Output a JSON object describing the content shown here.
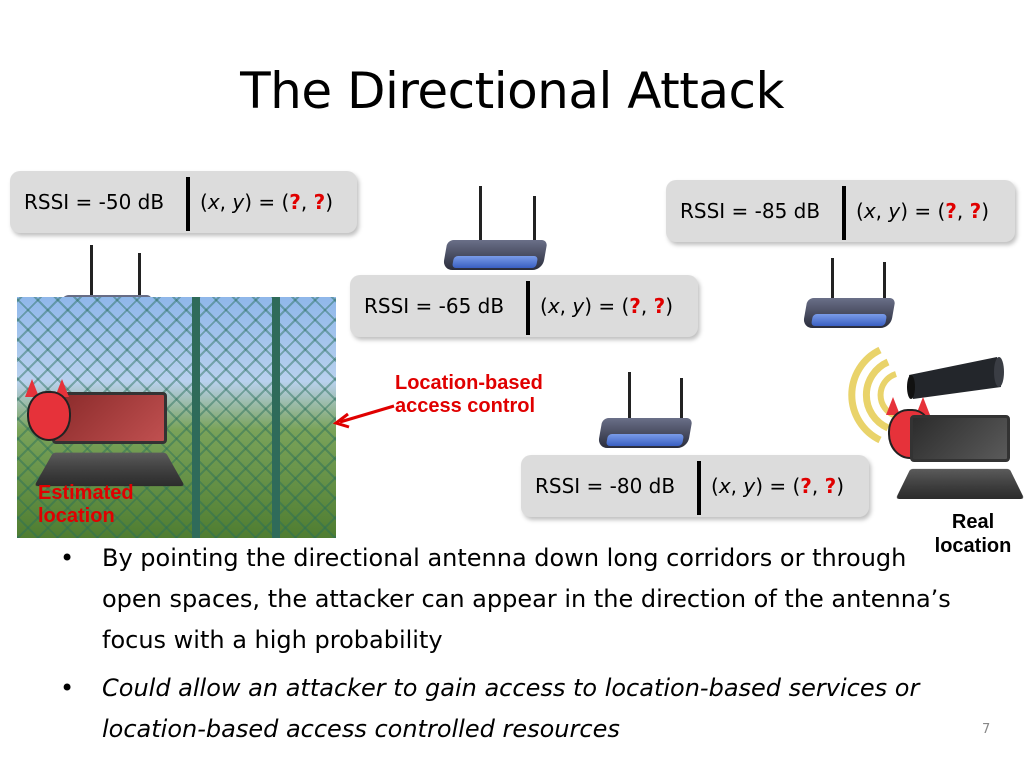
{
  "slide": {
    "title": "The Directional Attack",
    "page_number": "7"
  },
  "rssi_boxes": [
    {
      "rssi": "RSSI = -50 dB",
      "coord_prefix": "(",
      "x": "x",
      "sep1": ", ",
      "y": "y",
      "mid": ") = (",
      "q1": "?",
      "sep2": ", ",
      "q2": "?",
      "suffix": ")"
    },
    {
      "rssi": "RSSI = -85 dB",
      "coord_prefix": "(",
      "x": "x",
      "sep1": ", ",
      "y": "y",
      "mid": ") = (",
      "q1": "?",
      "sep2": ", ",
      "q2": "?",
      "suffix": ")"
    },
    {
      "rssi": "RSSI = -65 dB",
      "coord_prefix": "(",
      "x": "x",
      "sep1": ", ",
      "y": "y",
      "mid": ") = (",
      "q1": "?",
      "sep2": ", ",
      "q2": "?",
      "suffix": ")"
    },
    {
      "rssi": "RSSI = -80 dB",
      "coord_prefix": "(",
      "x": "x",
      "sep1": ", ",
      "y": "y",
      "mid": ") = (",
      "q1": "?",
      "sep2": ", ",
      "q2": "?",
      "suffix": ")"
    }
  ],
  "labels": {
    "access_control_line1": "Location-based",
    "access_control_line2": "access control",
    "estimated_line1": "Estimated",
    "estimated_line2": "location",
    "real_line1": "Real",
    "real_line2": "location"
  },
  "bullets": [
    {
      "text": "By pointing the directional antenna down long corridors or through open spaces, the attacker can appear in the direction of the antenna’s focus with a high probability",
      "italic": false
    },
    {
      "text": "Could allow an attacker to gain access to location-based services or location-based access controlled resources",
      "italic": true
    }
  ],
  "colors": {
    "accent_red": "#e00000",
    "box_gray": "#dcdcdc"
  },
  "icons": [
    "wireless-router-icon",
    "fence-image",
    "laptop-icon",
    "devil-mascot-icon",
    "directional-antenna-icon",
    "signal-waves-icon",
    "arrow-icon"
  ]
}
